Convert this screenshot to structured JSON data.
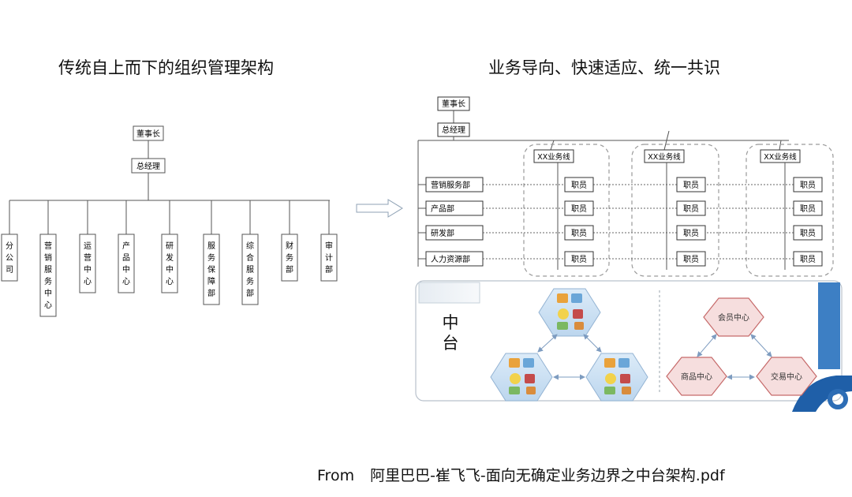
{
  "left_title": "传统自上而下的组织管理架构",
  "right_title": "业务导向、快速适应、统一共识",
  "footer": {
    "from_label": "From",
    "source": "阿里巴巴-崔飞飞-面向无确定业务边界之中台架构.pdf"
  },
  "traditional_org": {
    "chairman": "董事长",
    "gm": "总经理",
    "departments": [
      "分公司",
      "营销服务中心",
      "运营中心",
      "产品中心",
      "研发中心",
      "服务保障部",
      "综合服务部",
      "财务部",
      "审计部"
    ]
  },
  "business_org": {
    "chairman": "董事长",
    "gm": "总经理",
    "business_line_label": "XX业务线",
    "departments": [
      "营销服务部",
      "产品部",
      "研发部",
      "人力资源部"
    ],
    "staff_label": "职员",
    "middle_platform_label": "中台",
    "platform_centers": [
      "会员中心",
      "商品中心",
      "交易中心"
    ],
    "colors": {
      "dashed_border": "#9a9a9a",
      "platform_panel_border": "#b9c2cc",
      "tab_gradient_start": "#cfd8e2",
      "hex_fill": "#f6dede",
      "hex_stroke": "#c66a6a",
      "hex_blue_fill": "#cfe3f5",
      "arrow_blue": "#7e9cc0",
      "side_blue": "#3d7fc4"
    }
  }
}
